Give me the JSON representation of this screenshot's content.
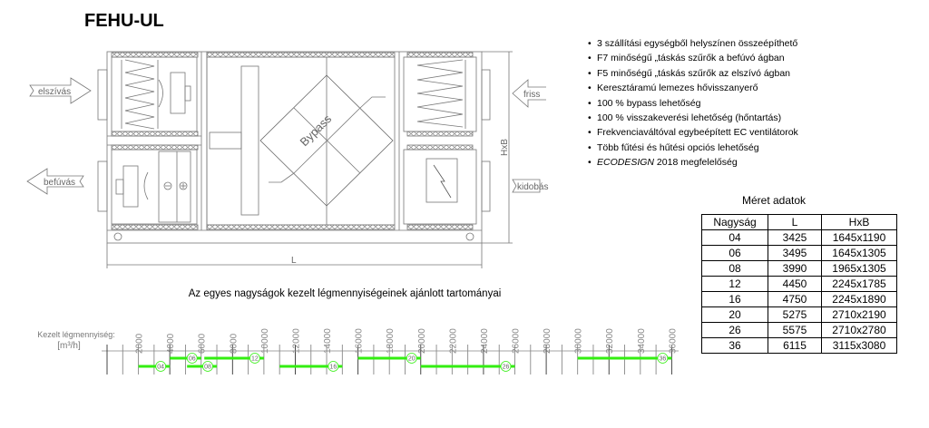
{
  "title": "FEHU-UL",
  "features": [
    "3 szállítási egységből helyszínen összeépíthető",
    "F7 minőségű „táskás szűrők a befúvó ágban",
    "F5 minőségű „táskás szűrők az elszívó ágban",
    "Keresztáramú lemezes hővisszanyerő",
    "100 % bypass lehetőség",
    "100 % visszakeverési lehetőség (hőntartás)",
    "Frekvenciaváltóval egybeépített EC ventilátorok",
    "Több fűtési és hűtési opciós lehetőség"
  ],
  "ecodesign": {
    "italic": "ECODESIGN",
    "rest": " 2018 megfelelőség"
  },
  "drawing": {
    "elszivas": "elszívás",
    "befuvas": "befúvás",
    "friss": "friss",
    "kidobas": "kidobás",
    "bypass": "Bypass",
    "length_label": "L",
    "height_label": "HxB"
  },
  "size_table": {
    "title": "Méret adatok",
    "headers": [
      "Nagyság",
      "L",
      "HxB"
    ],
    "rows": [
      [
        "04",
        "3425",
        "1645x1190"
      ],
      [
        "06",
        "3495",
        "1645x1305"
      ],
      [
        "08",
        "3990",
        "1965x1305"
      ],
      [
        "12",
        "4450",
        "2245x1785"
      ],
      [
        "16",
        "4750",
        "2245x1890"
      ],
      [
        "20",
        "5275",
        "2710x2190"
      ],
      [
        "26",
        "5575",
        "2710x2780"
      ],
      [
        "36",
        "6115",
        "3115x3080"
      ]
    ]
  },
  "chart_data": {
    "type": "range-bar",
    "title": "Az egyes nagyságok kezelt légmennyiségeinek ajánlott tartományai",
    "ylabel": "Kezelt légmennyiség:",
    "unit": "[m³/h]",
    "xlim": [
      0,
      36000
    ],
    "ticks": [
      2000,
      4000,
      6000,
      8000,
      10000,
      12000,
      14000,
      16000,
      18000,
      20000,
      22000,
      24000,
      26000,
      28000,
      30000,
      32000,
      34000,
      36000
    ],
    "ranges": [
      {
        "size": "04",
        "from": 2000,
        "to": 4000,
        "row": "lower"
      },
      {
        "size": "06",
        "from": 4000,
        "to": 6000,
        "row": "upper"
      },
      {
        "size": "08",
        "from": 5100,
        "to": 7000,
        "row": "lower"
      },
      {
        "size": "12",
        "from": 6200,
        "to": 10000,
        "row": "upper"
      },
      {
        "size": "16",
        "from": 11000,
        "to": 15000,
        "row": "lower"
      },
      {
        "size": "20",
        "from": 16000,
        "to": 20000,
        "row": "upper"
      },
      {
        "size": "26",
        "from": 20000,
        "to": 26000,
        "row": "lower"
      },
      {
        "size": "36",
        "from": 30000,
        "to": 36000,
        "row": "upper"
      }
    ],
    "bar_color": "#33ee11"
  }
}
